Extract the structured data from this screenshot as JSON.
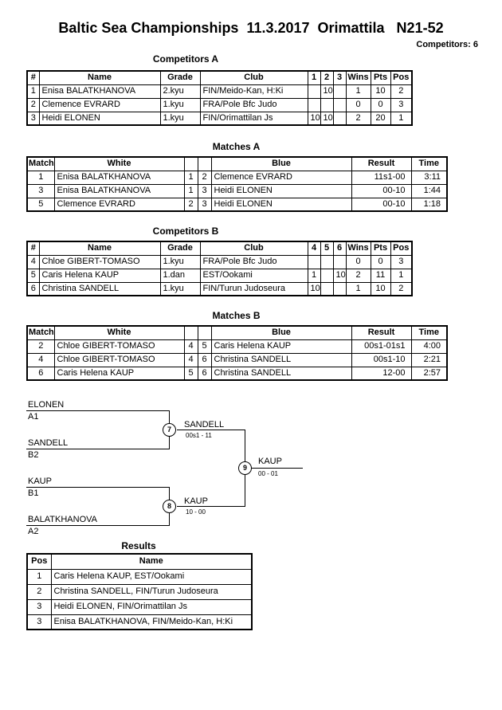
{
  "header": {
    "title": "Baltic Sea Championships  11.3.2017  Orimattila   N21-52",
    "competitors_label": "Competitors: 6"
  },
  "competitors_a": {
    "heading": "Competitors A",
    "columns": {
      "num": "#",
      "name": "Name",
      "grade": "Grade",
      "club": "Club",
      "c1": "1",
      "c2": "2",
      "c3": "3",
      "wins": "Wins",
      "pts": "Pts",
      "pos": "Pos"
    },
    "rows": [
      {
        "num": "1",
        "name": "Enisa BALATKHANOVA",
        "grade": "2.kyu",
        "club": "FIN/Meido-Kan, H:Ki",
        "c1": "",
        "c2": "10",
        "c3": "",
        "wins": "1",
        "pts": "10",
        "pos": "2"
      },
      {
        "num": "2",
        "name": "Clemence EVRARD",
        "grade": "1.kyu",
        "club": "FRA/Pole Bfc Judo",
        "c1": "",
        "c2": "",
        "c3": "",
        "wins": "0",
        "pts": "0",
        "pos": "3"
      },
      {
        "num": "3",
        "name": "Heidi ELONEN",
        "grade": "1.kyu",
        "club": "FIN/Orimattilan Js",
        "c1": "10",
        "c2": "10",
        "c3": "",
        "wins": "2",
        "pts": "20",
        "pos": "1"
      }
    ]
  },
  "matches_a": {
    "heading": "Matches A",
    "columns": {
      "match": "Match",
      "white": "White",
      "blue": "Blue",
      "result": "Result",
      "time": "Time"
    },
    "rows": [
      {
        "match": "1",
        "white": "Enisa BALATKHANOVA",
        "wnum": "1",
        "bnum": "2",
        "blue": "Clemence EVRARD",
        "result": "11s1-00",
        "time": "3:11"
      },
      {
        "match": "3",
        "white": "Enisa BALATKHANOVA",
        "wnum": "1",
        "bnum": "3",
        "blue": "Heidi ELONEN",
        "result": "00-10",
        "time": "1:44"
      },
      {
        "match": "5",
        "white": "Clemence EVRARD",
        "wnum": "2",
        "bnum": "3",
        "blue": "Heidi ELONEN",
        "result": "00-10",
        "time": "1:18"
      }
    ]
  },
  "competitors_b": {
    "heading": "Competitors B",
    "columns": {
      "num": "#",
      "name": "Name",
      "grade": "Grade",
      "club": "Club",
      "c4": "4",
      "c5": "5",
      "c6": "6",
      "wins": "Wins",
      "pts": "Pts",
      "pos": "Pos"
    },
    "rows": [
      {
        "num": "4",
        "name": "Chloe GIBERT-TOMASO",
        "grade": "1.kyu",
        "club": "FRA/Pole Bfc Judo",
        "c4": "",
        "c5": "",
        "c6": "",
        "wins": "0",
        "pts": "0",
        "pos": "3"
      },
      {
        "num": "5",
        "name": "Caris Helena KAUP",
        "grade": "1.dan",
        "club": "EST/Ookami",
        "c4": "1",
        "c5": "",
        "c6": "10",
        "wins": "2",
        "pts": "11",
        "pos": "1"
      },
      {
        "num": "6",
        "name": "Christina SANDELL",
        "grade": "1.kyu",
        "club": "FIN/Turun Judoseura",
        "c4": "10",
        "c5": "",
        "c6": "",
        "wins": "1",
        "pts": "10",
        "pos": "2"
      }
    ]
  },
  "matches_b": {
    "heading": "Matches B",
    "columns": {
      "match": "Match",
      "white": "White",
      "blue": "Blue",
      "result": "Result",
      "time": "Time"
    },
    "rows": [
      {
        "match": "2",
        "white": "Chloe GIBERT-TOMASO",
        "wnum": "4",
        "bnum": "5",
        "blue": "Caris Helena KAUP",
        "result": "00s1-01s1",
        "time": "4:00"
      },
      {
        "match": "4",
        "white": "Chloe GIBERT-TOMASO",
        "wnum": "4",
        "bnum": "6",
        "blue": "Christina SANDELL",
        "result": "00s1-10",
        "time": "2:21"
      },
      {
        "match": "6",
        "white": "Caris Helena KAUP",
        "wnum": "5",
        "bnum": "6",
        "blue": "Christina SANDELL",
        "result": "12-00",
        "time": "2:57"
      }
    ]
  },
  "bracket": {
    "semifinal_1": {
      "top_name": "ELONEN",
      "top_seed": "A1",
      "bottom_name": "SANDELL",
      "bottom_seed": "B2",
      "match_num": "7",
      "winner": "SANDELL",
      "score": "00s1 - 11"
    },
    "semifinal_2": {
      "top_name": "KAUP",
      "top_seed": "B1",
      "bottom_name": "BALATKHANOVA",
      "bottom_seed": "A2",
      "match_num": "8",
      "winner": "KAUP",
      "score": "10 - 00"
    },
    "final": {
      "match_num": "9",
      "winner": "KAUP",
      "score": "00 - 01"
    }
  },
  "results": {
    "heading": "Results",
    "columns": {
      "pos": "Pos",
      "name": "Name"
    },
    "rows": [
      {
        "pos": "1",
        "name": "Caris Helena KAUP, EST/Ookami"
      },
      {
        "pos": "2",
        "name": "Christina SANDELL, FIN/Turun Judoseura"
      },
      {
        "pos": "3",
        "name": "Heidi ELONEN, FIN/Orimattilan Js"
      },
      {
        "pos": "3",
        "name": "Enisa BALATKHANOVA, FIN/Meido-Kan, H:Ki"
      }
    ]
  }
}
